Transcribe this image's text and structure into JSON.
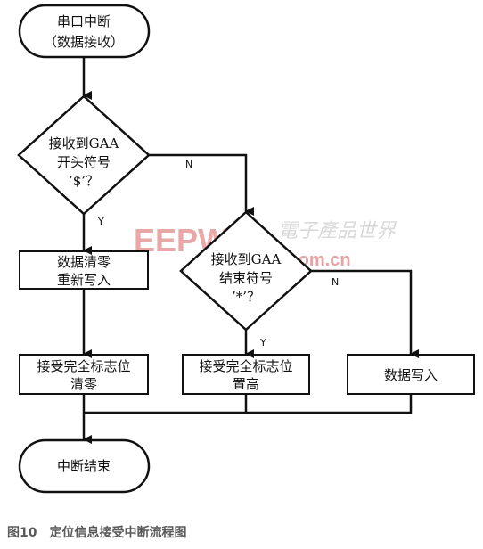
{
  "start": {
    "line1": "串口中断",
    "line2": "（数据接收）"
  },
  "decision1": {
    "line1": "接收到GAA",
    "line2": "开头符号",
    "line3": "’$’？"
  },
  "decision2": {
    "line1": "接收到GAA",
    "line2": "结束符号",
    "line3": "’*’？"
  },
  "clear_box": {
    "line1": "数据清零",
    "line2": "重新写入"
  },
  "flag_clear_box": {
    "line1": "接受完全标志位",
    "line2": "清零"
  },
  "flag_set_box": {
    "line1": "接受完全标志位",
    "line2": "置高"
  },
  "write_box": {
    "line1": "数据写入"
  },
  "end": {
    "label": "中断结束"
  },
  "edge_labels": {
    "d1_yes": "Y",
    "d1_no": "N",
    "d2_yes": "Y",
    "d2_no": "N"
  },
  "watermark": {
    "brand": "EEPW",
    "cn": "電子產品世界",
    "url": ".com.cn"
  },
  "caption": "图10　定位信息接受中断流程图"
}
